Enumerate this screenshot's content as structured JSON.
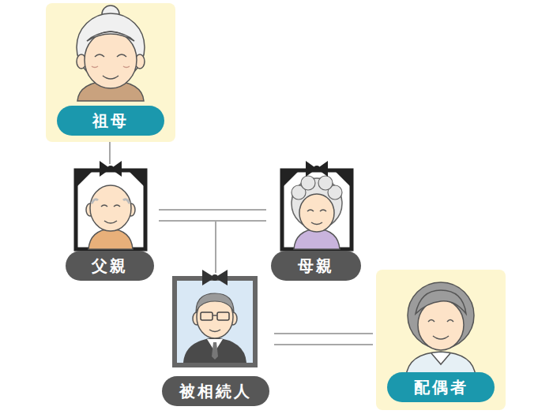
{
  "diagram": {
    "nodes": [
      {
        "text": [
          "祖母"
        ]
      },
      {
        "text": [
          "父親"
        ]
      },
      {
        "text": [
          "母親"
        ]
      },
      {
        "text": [
          "被相続人"
        ]
      },
      {
        "text": [
          "配偶者"
        ]
      }
    ],
    "edges": [
      {
        "from": 0,
        "to": 1,
        "arrow": "none"
      },
      {
        "from": 1,
        "to": 2,
        "arrow": "none"
      },
      {
        "from": 1,
        "to": 3,
        "arrow": "none"
      },
      {
        "from": 2,
        "to": 3,
        "arrow": "none"
      },
      {
        "from": 3,
        "to": 4,
        "arrow": "none"
      }
    ]
  }
}
